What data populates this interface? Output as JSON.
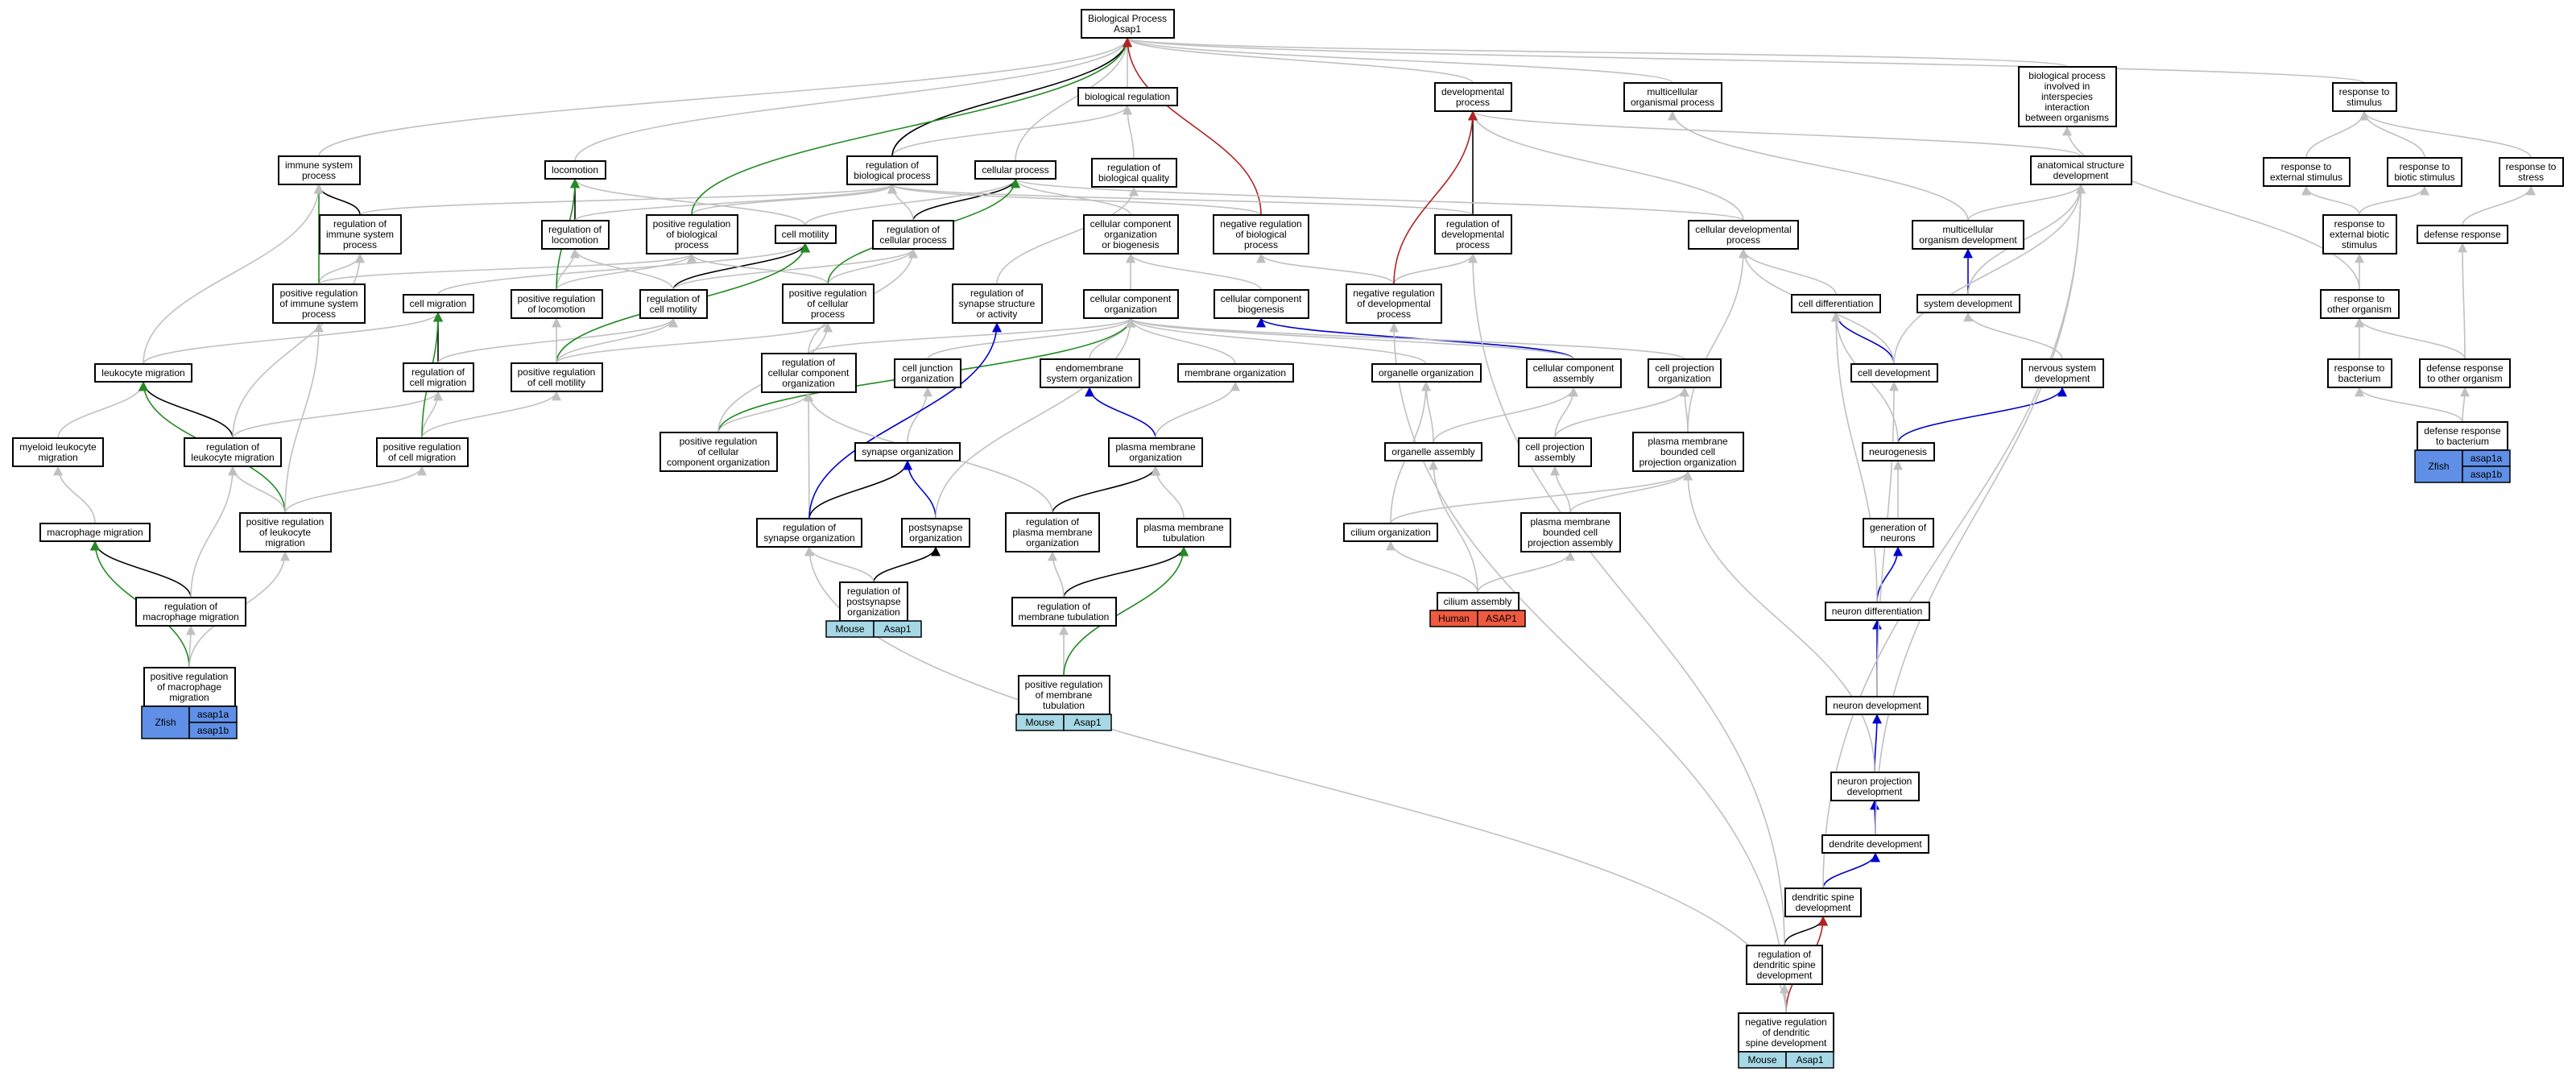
{
  "edge_colors": {
    "gray": "#c0c0c0",
    "black": "#000000",
    "green": "#228b22",
    "red": "#b22222",
    "blue": "#0000cd"
  },
  "species_colors": {
    "Zfish": "#5f8fe6",
    "Mouse": "#a6d8e6",
    "Human": "#f05a40"
  },
  "nodes": {
    "bp": {
      "lines": [
        "Biological Process",
        "Asap1"
      ]
    },
    "bioreg": {
      "lines": [
        "biological regulation"
      ]
    },
    "regqual": {
      "lines": [
        "regulation of",
        "biological quality"
      ]
    },
    "devproc": {
      "lines": [
        "developmental",
        "process"
      ]
    },
    "multiorg": {
      "lines": [
        "multicellular",
        "organismal process"
      ]
    },
    "interspecies": {
      "lines": [
        "biological process",
        "involved in",
        "interspecies",
        "interaction",
        "between organisms"
      ]
    },
    "respstim": {
      "lines": [
        "response to",
        "stimulus"
      ]
    },
    "immune": {
      "lines": [
        "immune system",
        "process"
      ]
    },
    "locomotion": {
      "lines": [
        "locomotion"
      ]
    },
    "regbio": {
      "lines": [
        "regulation of",
        "biological process"
      ]
    },
    "cellproc": {
      "lines": [
        "cellular process"
      ]
    },
    "anatdev": {
      "lines": [
        "anatomical structure",
        "development"
      ]
    },
    "respext": {
      "lines": [
        "response to",
        "external stimulus"
      ]
    },
    "respbiotic": {
      "lines": [
        "response to",
        "biotic stimulus"
      ]
    },
    "respstress": {
      "lines": [
        "response to",
        "stress"
      ]
    },
    "regimmune": {
      "lines": [
        "regulation of",
        "immune system",
        "process"
      ]
    },
    "regloco": {
      "lines": [
        "regulation of",
        "locomotion"
      ]
    },
    "posregbio": {
      "lines": [
        "positive regulation",
        "of biological",
        "process"
      ]
    },
    "cellmotility": {
      "lines": [
        "cell motility"
      ]
    },
    "regcellproc": {
      "lines": [
        "regulation of",
        "cellular process"
      ]
    },
    "ccorgbio": {
      "lines": [
        "cellular component",
        "organization",
        "or biogenesis"
      ]
    },
    "negregbio": {
      "lines": [
        "negative regulation",
        "of biological",
        "process"
      ]
    },
    "regdev": {
      "lines": [
        "regulation of",
        "developmental",
        "process"
      ]
    },
    "celldevproc": {
      "lines": [
        "cellular developmental",
        "process"
      ]
    },
    "multiorgdev": {
      "lines": [
        "multicellular",
        "organism development"
      ]
    },
    "respextbiotic": {
      "lines": [
        "response to",
        "external biotic",
        "stimulus"
      ]
    },
    "defresp": {
      "lines": [
        "defense response"
      ]
    },
    "posregimmune": {
      "lines": [
        "positive regulation",
        "of immune system",
        "process"
      ]
    },
    "cellmig": {
      "lines": [
        "cell migration"
      ]
    },
    "posregloco": {
      "lines": [
        "positive regulation",
        "of locomotion"
      ]
    },
    "regcellmot": {
      "lines": [
        "regulation of",
        "cell motility"
      ]
    },
    "posregcellproc": {
      "lines": [
        "positive regulation",
        "of cellular",
        "process"
      ]
    },
    "regsyn": {
      "lines": [
        "regulation of",
        "synapse structure",
        "or activity"
      ]
    },
    "ccorg": {
      "lines": [
        "cellular component",
        "organization"
      ]
    },
    "ccbio": {
      "lines": [
        "cellular component",
        "biogenesis"
      ]
    },
    "negregdev": {
      "lines": [
        "negative regulation",
        "of developmental",
        "process"
      ]
    },
    "celldiff": {
      "lines": [
        "cell differentiation"
      ]
    },
    "sysdev": {
      "lines": [
        "system development"
      ]
    },
    "respother": {
      "lines": [
        "response to",
        "other organism"
      ]
    },
    "leukmig": {
      "lines": [
        "leukocyte migration"
      ]
    },
    "regcellmig": {
      "lines": [
        "regulation of",
        "cell migration"
      ]
    },
    "posregcellmot": {
      "lines": [
        "positive regulation",
        "of cell motility"
      ]
    },
    "regccorg": {
      "lines": [
        "regulation of",
        "cellular component",
        "organization"
      ]
    },
    "celljunc": {
      "lines": [
        "cell junction",
        "organization"
      ]
    },
    "endomem": {
      "lines": [
        "endomembrane",
        "system organization"
      ]
    },
    "memorg": {
      "lines": [
        "membrane organization"
      ]
    },
    "organelleorg": {
      "lines": [
        "organelle organization"
      ]
    },
    "ccassembly": {
      "lines": [
        "cellular component",
        "assembly"
      ]
    },
    "cellprojorg": {
      "lines": [
        "cell projection",
        "organization"
      ]
    },
    "celldev": {
      "lines": [
        "cell development"
      ]
    },
    "nervdev": {
      "lines": [
        "nervous system",
        "development"
      ]
    },
    "respbact": {
      "lines": [
        "response to",
        "bacterium"
      ]
    },
    "defrespother": {
      "lines": [
        "defense response",
        "to other organism"
      ]
    },
    "myeloid": {
      "lines": [
        "myeloid leukocyte",
        "migration"
      ]
    },
    "regleuk": {
      "lines": [
        "regulation of",
        "leukocyte migration"
      ]
    },
    "posregcellmig": {
      "lines": [
        "positive regulation",
        "of cell migration"
      ]
    },
    "posregccorg": {
      "lines": [
        "positive regulation",
        "of cellular",
        "component organization"
      ]
    },
    "synorg": {
      "lines": [
        "synapse organization"
      ]
    },
    "pmorg": {
      "lines": [
        "plasma membrane",
        "organization"
      ]
    },
    "organelleassembly": {
      "lines": [
        "organelle assembly"
      ]
    },
    "cellprojassembly": {
      "lines": [
        "cell projection",
        "assembly"
      ]
    },
    "pmbcpo": {
      "lines": [
        "plasma membrane",
        "bounded cell",
        "projection organization"
      ]
    },
    "neurogenesis": {
      "lines": [
        "neurogenesis"
      ]
    },
    "defrespbact": {
      "lines": [
        "defense response",
        "to bacterium"
      ]
    },
    "macmig": {
      "lines": [
        "macrophage migration"
      ]
    },
    "posregleuk": {
      "lines": [
        "positive regulation",
        "of leukocyte",
        "migration"
      ]
    },
    "regsynorg": {
      "lines": [
        "regulation of",
        "synapse organization"
      ]
    },
    "postsyn": {
      "lines": [
        "postsynapse",
        "organization"
      ]
    },
    "regpmorg": {
      "lines": [
        "regulation of",
        "plasma membrane",
        "organization"
      ]
    },
    "pmtub": {
      "lines": [
        "plasma membrane",
        "tubulation"
      ]
    },
    "ciliumorg": {
      "lines": [
        "cilium organization"
      ]
    },
    "pmbcpa": {
      "lines": [
        "plasma membrane",
        "bounded cell",
        "projection assembly"
      ]
    },
    "genneur": {
      "lines": [
        "generation of",
        "neurons"
      ]
    },
    "regmac": {
      "lines": [
        "regulation of",
        "macrophage migration"
      ]
    },
    "regpostsyn": {
      "lines": [
        "regulation of",
        "postsynapse",
        "organization"
      ]
    },
    "regmemtub": {
      "lines": [
        "regulation of",
        "membrane tubulation"
      ]
    },
    "cilassembly": {
      "lines": [
        "cilium assembly"
      ]
    },
    "neurdiff": {
      "lines": [
        "neuron differentiation"
      ]
    },
    "posregmac": {
      "lines": [
        "positive regulation",
        "of macrophage",
        "migration"
      ]
    },
    "posregmemtub": {
      "lines": [
        "positive regulation",
        "of membrane",
        "tubulation"
      ]
    },
    "neurdev": {
      "lines": [
        "neuron development"
      ]
    },
    "neurproj": {
      "lines": [
        "neuron projection",
        "development"
      ]
    },
    "dendev": {
      "lines": [
        "dendrite development"
      ]
    },
    "denspine": {
      "lines": [
        "dendritic spine",
        "development"
      ]
    },
    "regdenspine": {
      "lines": [
        "regulation of",
        "dendritic spine",
        "development"
      ]
    },
    "negregdenspine": {
      "lines": [
        "negative regulation",
        "of dendritic",
        "spine development"
      ]
    }
  },
  "annotations": [
    {
      "node": "posregmac",
      "species": "Zfish",
      "genes": [
        "asap1a",
        "asap1b"
      ]
    },
    {
      "node": "regpostsyn",
      "species": "Mouse",
      "genes": [
        "Asap1"
      ]
    },
    {
      "node": "posregmemtub",
      "species": "Mouse",
      "genes": [
        "Asap1"
      ]
    },
    {
      "node": "cilassembly",
      "species": "Human",
      "genes": [
        "ASAP1"
      ]
    },
    {
      "node": "defrespbact",
      "species": "Zfish",
      "genes": [
        "asap1a",
        "asap1b"
      ]
    },
    {
      "node": "negregdenspine",
      "species": "Mouse",
      "genes": [
        "Asap1"
      ]
    }
  ],
  "edges": [
    [
      "bioreg",
      "bp",
      "gray"
    ],
    [
      "regqual",
      "bioreg",
      "gray"
    ],
    [
      "devproc",
      "bp",
      "gray"
    ],
    [
      "multiorg",
      "bp",
      "gray"
    ],
    [
      "interspecies",
      "bp",
      "gray"
    ],
    [
      "respstim",
      "bp",
      "gray"
    ],
    [
      "immune",
      "bp",
      "gray"
    ],
    [
      "locomotion",
      "bp",
      "gray"
    ],
    [
      "regbio",
      "bioreg",
      "gray"
    ],
    [
      "regbio",
      "bp",
      "black"
    ],
    [
      "cellproc",
      "bp",
      "gray"
    ],
    [
      "anatdev",
      "devproc",
      "gray"
    ],
    [
      "respext",
      "respstim",
      "gray"
    ],
    [
      "respbiotic",
      "respstim",
      "gray"
    ],
    [
      "respstress",
      "respstim",
      "gray"
    ],
    [
      "regimmune",
      "immune",
      "black"
    ],
    [
      "regimmune",
      "regbio",
      "gray"
    ],
    [
      "regloco",
      "locomotion",
      "black"
    ],
    [
      "regloco",
      "regbio",
      "gray"
    ],
    [
      "posregbio",
      "regbio",
      "gray"
    ],
    [
      "posregbio",
      "bp",
      "green"
    ],
    [
      "cellmotility",
      "cellproc",
      "gray"
    ],
    [
      "cellmotility",
      "locomotion",
      "gray"
    ],
    [
      "regcellproc",
      "cellproc",
      "black"
    ],
    [
      "regcellproc",
      "regbio",
      "gray"
    ],
    [
      "ccorgbio",
      "cellproc",
      "gray"
    ],
    [
      "negregbio",
      "regbio",
      "gray"
    ],
    [
      "negregbio",
      "bp",
      "red"
    ],
    [
      "regdev",
      "devproc",
      "black"
    ],
    [
      "regdev",
      "regbio",
      "gray"
    ],
    [
      "celldevproc",
      "devproc",
      "gray"
    ],
    [
      "celldevproc",
      "cellproc",
      "gray"
    ],
    [
      "multiorgdev",
      "anatdev",
      "gray"
    ],
    [
      "multiorgdev",
      "multiorg",
      "gray"
    ],
    [
      "respextbiotic",
      "respext",
      "gray"
    ],
    [
      "respextbiotic",
      "respbiotic",
      "gray"
    ],
    [
      "defresp",
      "respstress",
      "gray"
    ],
    [
      "posregimmune",
      "regimmune",
      "gray"
    ],
    [
      "posregimmune",
      "immune",
      "green"
    ],
    [
      "posregimmune",
      "posregbio",
      "gray"
    ],
    [
      "cellmig",
      "cellmotility",
      "gray"
    ],
    [
      "posregloco",
      "regloco",
      "gray"
    ],
    [
      "posregloco",
      "locomotion",
      "green"
    ],
    [
      "posregloco",
      "posregbio",
      "gray"
    ],
    [
      "regcellmot",
      "cellmotility",
      "black"
    ],
    [
      "regcellmot",
      "regloco",
      "gray"
    ],
    [
      "regcellmot",
      "regcellproc",
      "gray"
    ],
    [
      "posregcellproc",
      "regcellproc",
      "gray"
    ],
    [
      "posregcellproc",
      "cellproc",
      "green"
    ],
    [
      "posregcellproc",
      "posregbio",
      "gray"
    ],
    [
      "regsyn",
      "regqual",
      "gray"
    ],
    [
      "ccorg",
      "ccorgbio",
      "gray"
    ],
    [
      "ccbio",
      "ccorgbio",
      "gray"
    ],
    [
      "negregdev",
      "regdev",
      "gray"
    ],
    [
      "negregdev",
      "negregbio",
      "gray"
    ],
    [
      "negregdev",
      "devproc",
      "red"
    ],
    [
      "celldiff",
      "celldevproc",
      "gray"
    ],
    [
      "sysdev",
      "multiorgdev",
      "blue"
    ],
    [
      "sysdev",
      "anatdev",
      "gray"
    ],
    [
      "respother",
      "respextbiotic",
      "gray"
    ],
    [
      "respother",
      "interspecies",
      "gray"
    ],
    [
      "leukmig",
      "cellmig",
      "gray"
    ],
    [
      "leukmig",
      "immune",
      "gray"
    ],
    [
      "regcellmig",
      "cellmig",
      "black"
    ],
    [
      "regcellmig",
      "regcellmot",
      "gray"
    ],
    [
      "posregcellmot",
      "regcellmot",
      "gray"
    ],
    [
      "posregcellmot",
      "cellmotility",
      "green"
    ],
    [
      "posregcellmot",
      "posregloco",
      "gray"
    ],
    [
      "posregcellmot",
      "posregcellproc",
      "gray"
    ],
    [
      "regccorg",
      "ccorg",
      "gray"
    ],
    [
      "regccorg",
      "regcellproc",
      "gray"
    ],
    [
      "celljunc",
      "ccorg",
      "gray"
    ],
    [
      "endomem",
      "ccorg",
      "gray"
    ],
    [
      "memorg",
      "ccorg",
      "gray"
    ],
    [
      "organelleorg",
      "ccorg",
      "gray"
    ],
    [
      "ccassembly",
      "ccbio",
      "blue"
    ],
    [
      "ccassembly",
      "ccorg",
      "gray"
    ],
    [
      "cellprojorg",
      "ccorg",
      "gray"
    ],
    [
      "celldev",
      "celldiff",
      "blue"
    ],
    [
      "celldev",
      "anatdev",
      "gray"
    ],
    [
      "celldev",
      "celldevproc",
      "gray"
    ],
    [
      "nervdev",
      "sysdev",
      "gray"
    ],
    [
      "respbact",
      "respother",
      "gray"
    ],
    [
      "defrespother",
      "respother",
      "gray"
    ],
    [
      "defrespother",
      "defresp",
      "gray"
    ],
    [
      "myeloid",
      "leukmig",
      "gray"
    ],
    [
      "regleuk",
      "leukmig",
      "black"
    ],
    [
      "regleuk",
      "regcellmig",
      "gray"
    ],
    [
      "regleuk",
      "regimmune",
      "gray"
    ],
    [
      "posregcellmig",
      "regcellmig",
      "gray"
    ],
    [
      "posregcellmig",
      "cellmig",
      "green"
    ],
    [
      "posregcellmig",
      "posregcellmot",
      "gray"
    ],
    [
      "posregccorg",
      "regccorg",
      "gray"
    ],
    [
      "posregccorg",
      "ccorg",
      "green"
    ],
    [
      "posregccorg",
      "posregcellproc",
      "gray"
    ],
    [
      "synorg",
      "celljunc",
      "gray"
    ],
    [
      "pmorg",
      "endomem",
      "blue"
    ],
    [
      "pmorg",
      "memorg",
      "gray"
    ],
    [
      "organelleassembly",
      "organelleorg",
      "gray"
    ],
    [
      "organelleassembly",
      "ccassembly",
      "gray"
    ],
    [
      "cellprojassembly",
      "cellprojorg",
      "gray"
    ],
    [
      "cellprojassembly",
      "ccassembly",
      "gray"
    ],
    [
      "pmbcpo",
      "cellprojorg",
      "gray"
    ],
    [
      "pmbcpo",
      "celldevproc",
      "gray"
    ],
    [
      "neurogenesis",
      "nervdev",
      "blue"
    ],
    [
      "neurogenesis",
      "celldiff",
      "gray"
    ],
    [
      "defrespbact",
      "respbact",
      "gray"
    ],
    [
      "defrespbact",
      "defrespother",
      "gray"
    ],
    [
      "macmig",
      "myeloid",
      "gray"
    ],
    [
      "posregleuk",
      "regleuk",
      "gray"
    ],
    [
      "posregleuk",
      "leukmig",
      "green"
    ],
    [
      "posregleuk",
      "posregcellmig",
      "gray"
    ],
    [
      "posregleuk",
      "posregimmune",
      "gray"
    ],
    [
      "regsynorg",
      "synorg",
      "black"
    ],
    [
      "regsynorg",
      "regccorg",
      "gray"
    ],
    [
      "regsynorg",
      "regsyn",
      "blue"
    ],
    [
      "postsyn",
      "synorg",
      "blue"
    ],
    [
      "postsyn",
      "ccorg",
      "gray"
    ],
    [
      "regpmorg",
      "pmorg",
      "black"
    ],
    [
      "regpmorg",
      "regccorg",
      "gray"
    ],
    [
      "pmtub",
      "pmorg",
      "gray"
    ],
    [
      "ciliumorg",
      "organelleorg",
      "gray"
    ],
    [
      "ciliumorg",
      "pmbcpo",
      "gray"
    ],
    [
      "pmbcpa",
      "pmbcpo",
      "gray"
    ],
    [
      "pmbcpa",
      "cellprojassembly",
      "gray"
    ],
    [
      "genneur",
      "neurogenesis",
      "gray"
    ],
    [
      "regmac",
      "macmig",
      "black"
    ],
    [
      "regmac",
      "regleuk",
      "gray"
    ],
    [
      "regpostsyn",
      "postsyn",
      "black"
    ],
    [
      "regpostsyn",
      "regsynorg",
      "gray"
    ],
    [
      "regmemtub",
      "pmtub",
      "black"
    ],
    [
      "regmemtub",
      "regpmorg",
      "gray"
    ],
    [
      "cilassembly",
      "ciliumorg",
      "gray"
    ],
    [
      "cilassembly",
      "organelleassembly",
      "gray"
    ],
    [
      "cilassembly",
      "pmbcpa",
      "gray"
    ],
    [
      "neurdiff",
      "genneur",
      "blue"
    ],
    [
      "neurdiff",
      "celldiff",
      "gray"
    ],
    [
      "posregmac",
      "regmac",
      "gray"
    ],
    [
      "posregmac",
      "macmig",
      "green"
    ],
    [
      "posregmac",
      "posregleuk",
      "gray"
    ],
    [
      "posregmemtub",
      "regmemtub",
      "gray"
    ],
    [
      "posregmemtub",
      "pmtub",
      "green"
    ],
    [
      "neurdev",
      "neurdiff",
      "blue"
    ],
    [
      "neurdev",
      "celldev",
      "gray"
    ],
    [
      "neurproj",
      "neurdev",
      "blue"
    ],
    [
      "neurproj",
      "pmbcpo",
      "gray"
    ],
    [
      "dendev",
      "neurproj",
      "blue"
    ],
    [
      "dendev",
      "anatdev",
      "gray"
    ],
    [
      "denspine",
      "dendev",
      "blue"
    ],
    [
      "denspine",
      "anatdev",
      "gray"
    ],
    [
      "regdenspine",
      "denspine",
      "black"
    ],
    [
      "regdenspine",
      "regdev",
      "gray"
    ],
    [
      "negregdenspine",
      "regdenspine",
      "gray"
    ],
    [
      "negregdenspine",
      "denspine",
      "red"
    ],
    [
      "negregdenspine",
      "negregdev",
      "gray"
    ],
    [
      "negregdenspine",
      "regsynorg",
      "gray"
    ]
  ]
}
